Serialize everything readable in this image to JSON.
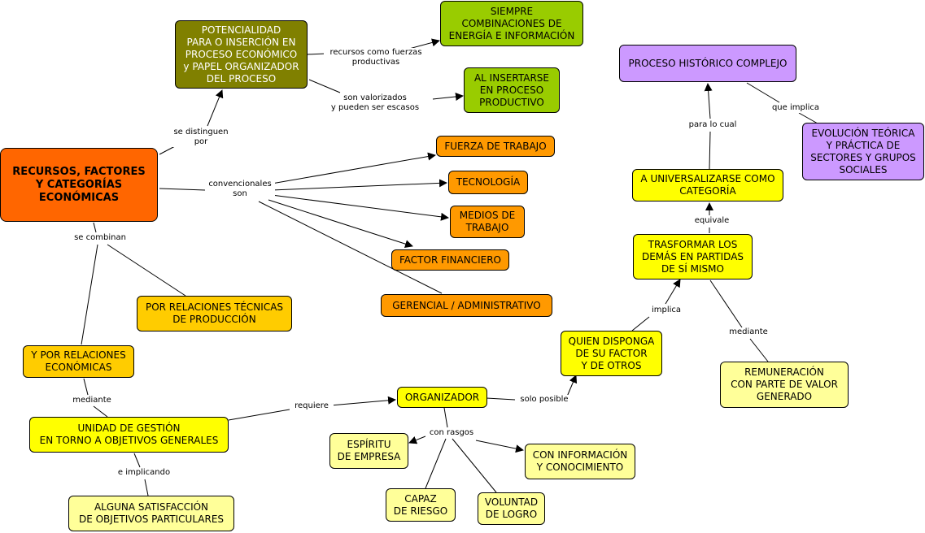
{
  "colors": {
    "orange_red": "#ff6600",
    "olive": "#808000",
    "green": "#99cc00",
    "purple": "#cc99ff",
    "orange": "#ff9900",
    "amber": "#ffcc00",
    "yellow": "#ffff00",
    "light_yellow": "#ffff99"
  },
  "nodes": {
    "recursos": "RECURSOS, FACTORES\nY CATEGORÍAS\nECONÓMICAS",
    "potencialidad": "POTENCIALIDAD\nPARA O INSERCIÓN EN\nPROCESO ECONÓMICO\ny PAPEL ORGANIZADOR\nDEL PROCESO",
    "siempre": "SIEMPRE\nCOMBINACIONES DE\nENERGÍA E INFORMACIÓN",
    "al_insertarse": "AL INSERTARSE\nEN PROCESO\nPRODUCTIVO",
    "fuerza": "FUERZA DE TRABAJO",
    "tecnologia": "TECNOLOGÍA",
    "medios": "MEDIOS DE\nTRABAJO",
    "financiero": "FACTOR FINANCIERO",
    "gerencial": "GERENCIAL / ADMINISTRATIVO",
    "rel_tecnicas": "POR RELACIONES TÉCNICAS\nDE PRODUCCIÓN",
    "rel_economicas": "Y POR RELACIONES\nECONÓMICAS",
    "unidad": "UNIDAD DE GESTIÓN\nEN TORNO A OBJETIVOS GENERALES",
    "satisfaccion": "ALGUNA SATISFACCIÓN\nDE OBJETIVOS PARTICULARES",
    "organizador": "ORGANIZADOR",
    "espiritu": "ESPÍRITU\nDE EMPRESA",
    "capaz": "CAPAZ\nDE RIESGO",
    "voluntad": "VOLUNTAD\nDE LOGRO",
    "informacion": "CON INFORMACIÓN\nY CONOCIMIENTO",
    "quien": "QUIEN DISPONGA\nDE SU FACTOR\nY DE OTROS",
    "trasformar": "TRASFORMAR LOS\nDEMÁS EN PARTIDAS\nDE SÍ MISMO",
    "remuneracion": "REMUNERACIÓN\nCON PARTE DE VALOR\nGENERADO",
    "universalizarse": "A UNIVERSALIZARSE COMO\nCATEGORÍA",
    "proceso_historico": "PROCESO HISTÓRICO COMPLEJO",
    "evolucion": "EVOLUCIÓN TEÓRICA\nY PRÁCTICA DE\nSECTORES Y GRUPOS\nSOCIALES"
  },
  "links": {
    "se_distinguen": "se distinguen\npor",
    "recursos_fuerzas": "recursos como fuerzas\nproductivas",
    "son_valorizados": "son valorizados\ny pueden ser escasos",
    "convencionales": "convencionales\nson",
    "se_combinan": "se combinan",
    "mediante_1": "mediante",
    "e_implicando": "e implicando",
    "requiere": "requiere",
    "con_rasgos": "con rasgos",
    "solo_posible": "solo posible",
    "implica": "implica",
    "mediante_2": "mediante",
    "equivale": "equivale",
    "para_lo_cual": "para lo cual",
    "que_implica": "que implica"
  }
}
